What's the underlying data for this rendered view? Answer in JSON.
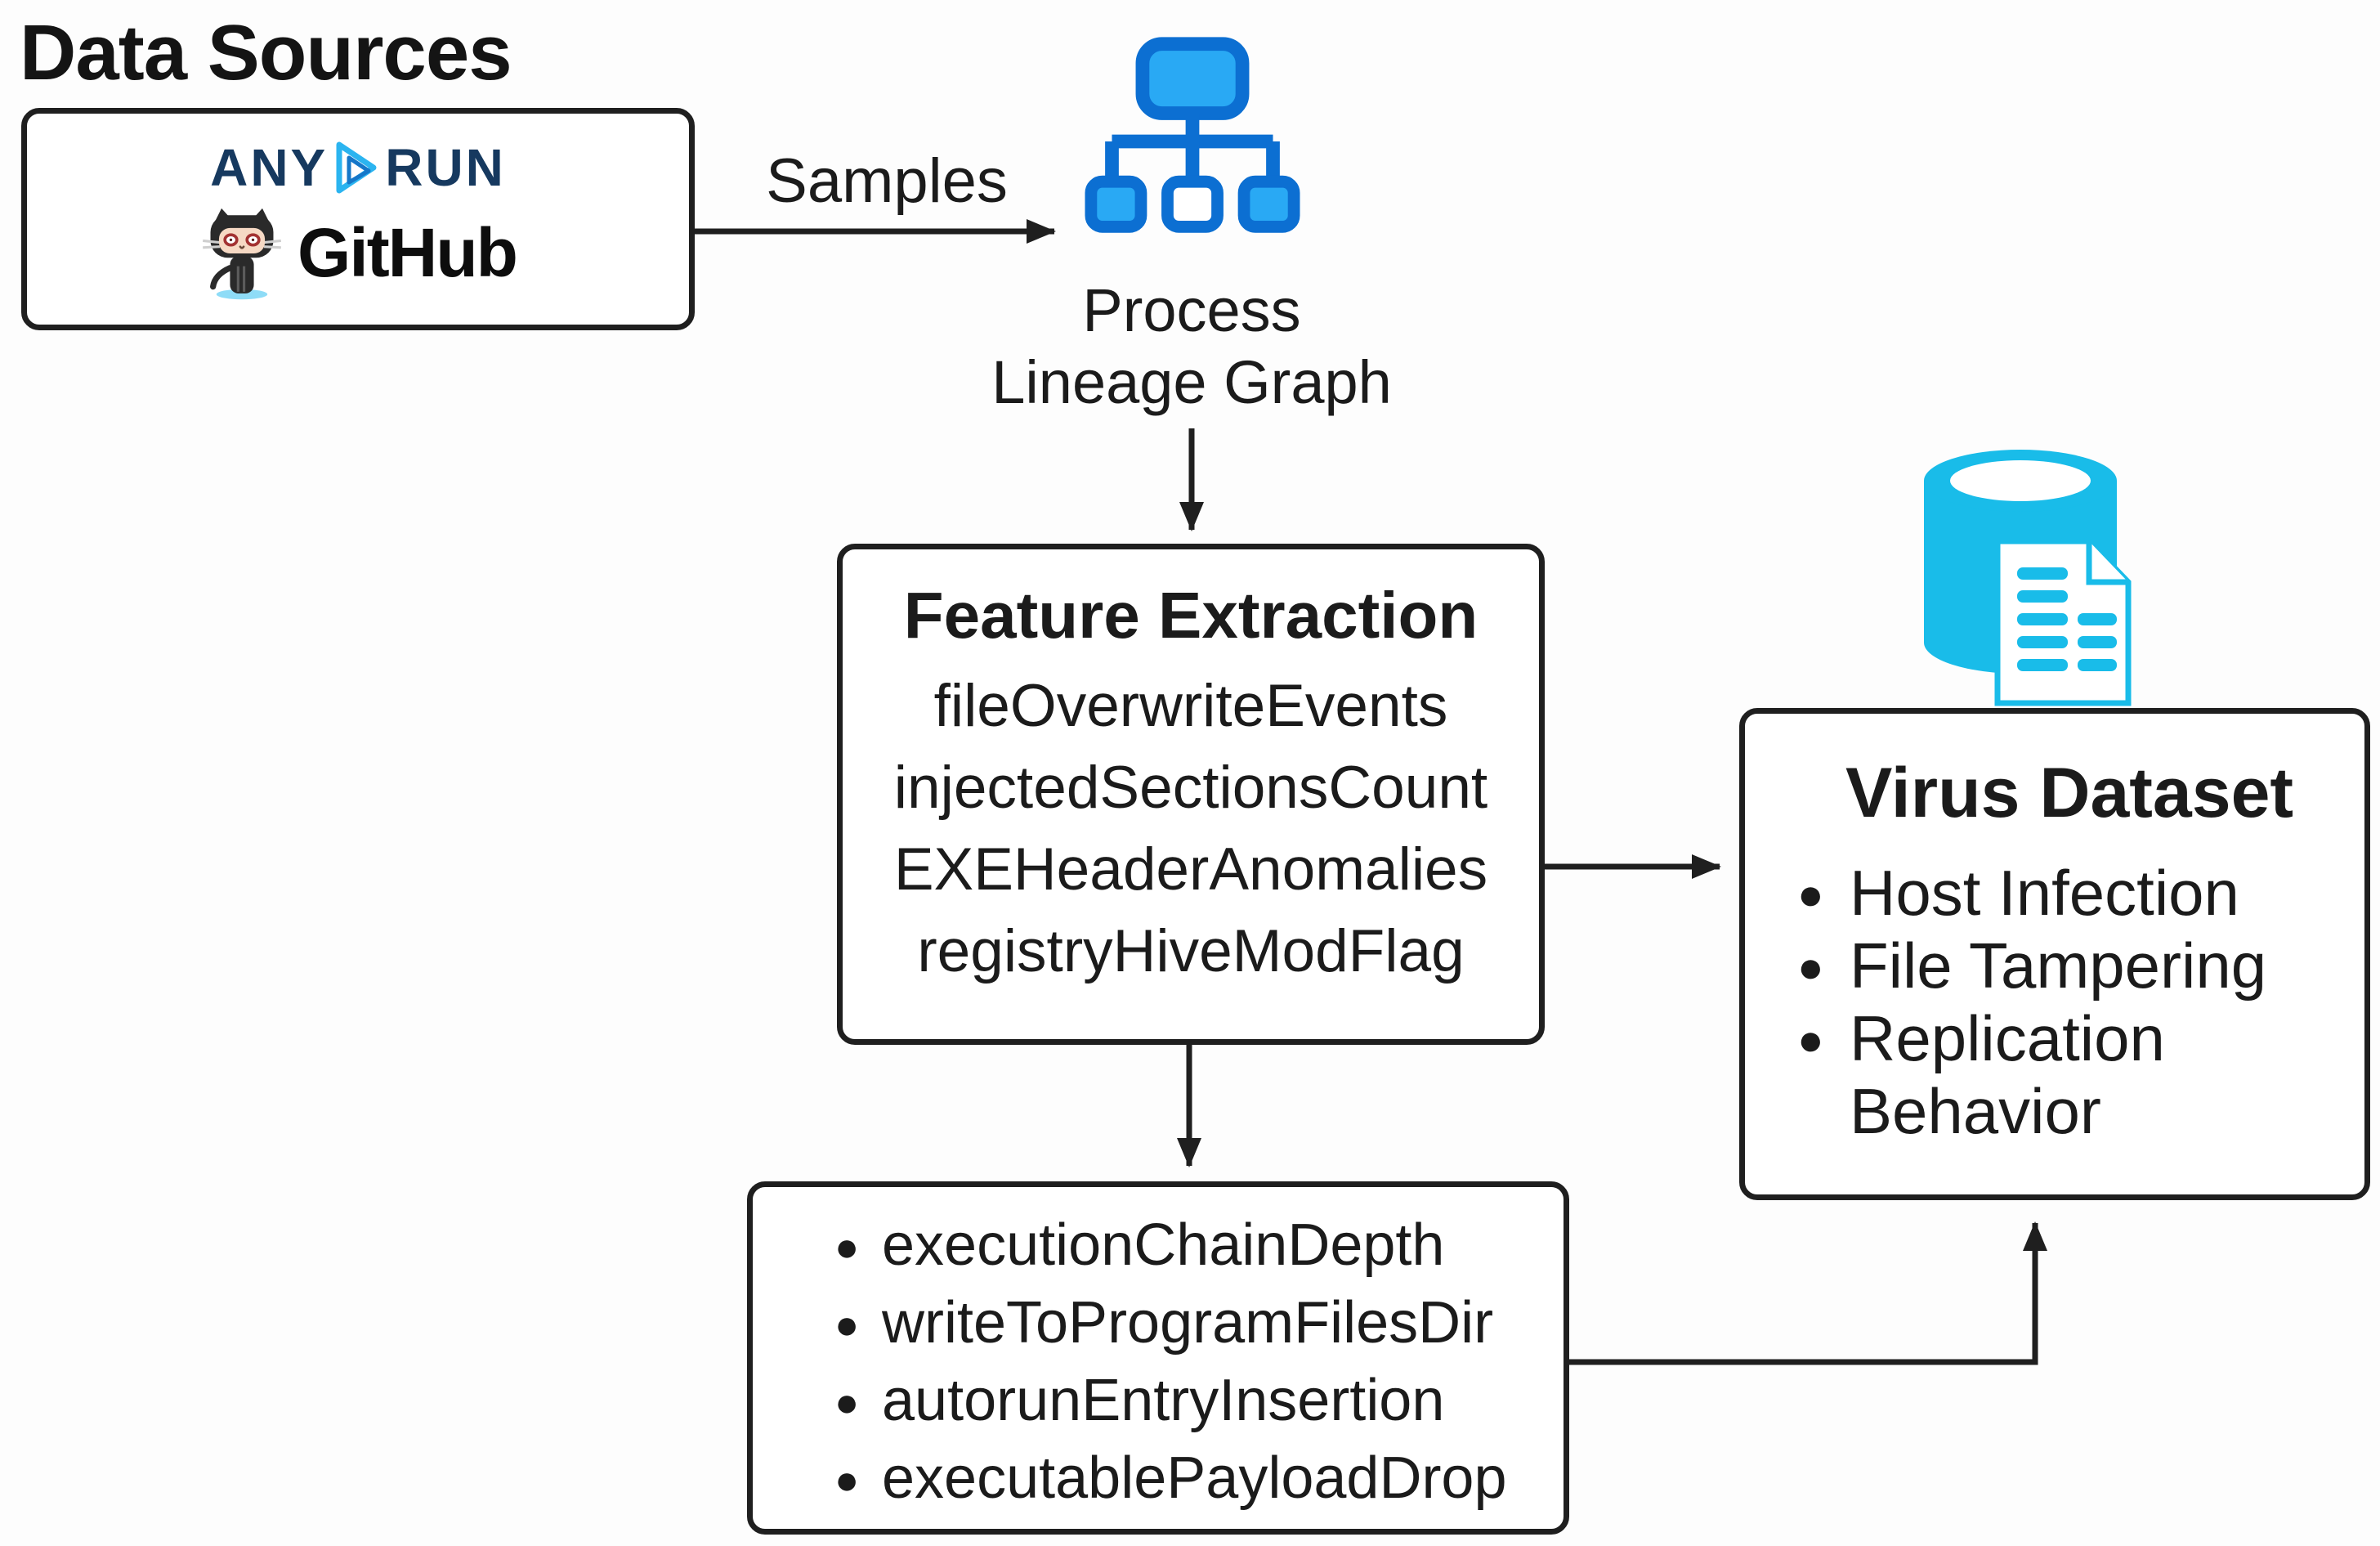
{
  "heading": "Data Sources",
  "sources_box": {
    "anyrun": {
      "any": "ANY",
      "run": "RUN"
    },
    "github_label": "GitHub"
  },
  "flow": {
    "samples_label": "Samples",
    "lineage_line1": "Process",
    "lineage_line2": "Lineage Graph"
  },
  "feature_extraction": {
    "title": "Feature Extraction",
    "items": [
      "fileOverwriteEvents",
      "injectedSectionsCount",
      "EXEHeaderAnomalies",
      "registryHiveModFlag"
    ]
  },
  "derived_features": {
    "items": [
      "executionChainDepth",
      "writeToProgramFilesDir",
      "autorunEntryInsertion",
      "executablePayloadDrop"
    ]
  },
  "virus_dataset": {
    "title": "Virus Dataset",
    "items": [
      "Host Infection",
      "File Tampering",
      "Replication Behavior"
    ]
  },
  "ui": {
    "bullet": "●"
  },
  "icons": {
    "process_lineage": "org-chart-tree-icon",
    "virus_dataset": "database-with-document-icon",
    "anyrun": "anyrun-play-icon",
    "github": "github-octocat-icon"
  },
  "colors": {
    "line": "#1f1f1f",
    "tree_blue_dark": "#0c6fd2",
    "tree_blue_light": "#29a9f4",
    "db_cyan": "#19bce9",
    "anyrun_navy": "#16395f",
    "anyrun_cyan": "#2bb4f0",
    "octocat_face": "#f6d9c4",
    "splash_blue": "#8edcf7"
  }
}
